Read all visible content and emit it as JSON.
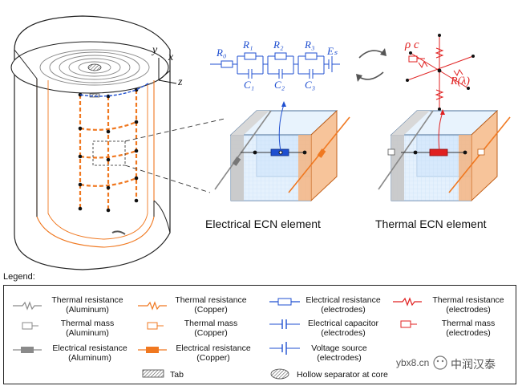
{
  "captions": {
    "electrical": "Electrical ECN element",
    "thermal": "Thermal ECN element"
  },
  "axes": {
    "y": "y",
    "x": "x",
    "z": "z"
  },
  "circuit": {
    "r0": "R₀",
    "r1": "R₁",
    "r2": "R₂",
    "r3": "R₃",
    "es": "Eₛ",
    "c1": "C₁",
    "c2": "C₂",
    "c3": "C₃"
  },
  "thermal_symbols": {
    "rho_c": "ρ c",
    "r_lambda": "R(λ)"
  },
  "legend": {
    "title": "Legend:",
    "items": [
      {
        "line1": "Thermal resistance",
        "line2": "(Aluminum)"
      },
      {
        "line1": "Thermal resistance",
        "line2": "(Copper)"
      },
      {
        "line1": "Electrical resistance",
        "line2": "(electrodes)"
      },
      {
        "line1": "Thermal resistance",
        "line2": "(electrodes)"
      },
      {
        "line1": "Thermal mass",
        "line2": "(Aluminum)"
      },
      {
        "line1": "Thermal mass",
        "line2": "(Copper)"
      },
      {
        "line1": "Electrical capacitor",
        "line2": "(electrodes)"
      },
      {
        "line1": "Thermal mass",
        "line2": "(electrodes)"
      },
      {
        "line1": "Electrical resistance",
        "line2": "(Aluminum)"
      },
      {
        "line1": "Electrical resistance",
        "line2": "(Copper)"
      },
      {
        "line1": "Voltage source",
        "line2": "(electrodes)"
      },
      {
        "line1": "Tab",
        "line2": ""
      },
      {
        "line1": "Hollow separator at core",
        "line2": ""
      }
    ]
  },
  "watermark": {
    "site": "ybx8.cn",
    "brand": "中润汉泰"
  },
  "colors": {
    "aluminum": "#8a8a8a",
    "copper": "#f07820",
    "electrical": "#1f4fd0",
    "thermal": "#e02020"
  }
}
